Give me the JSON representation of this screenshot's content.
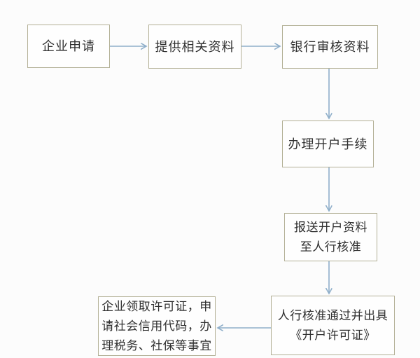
{
  "diagram": {
    "type": "flowchart",
    "steps": [
      {
        "id": "step-1",
        "label": "企业申请"
      },
      {
        "id": "step-2",
        "label": "提供相关资料"
      },
      {
        "id": "step-3",
        "label": "银行审核资料"
      },
      {
        "id": "step-4",
        "label": "办理开户手续"
      },
      {
        "id": "step-5",
        "label": "报送开户资料\n至人行核准"
      },
      {
        "id": "step-6",
        "label": "人行核准通过并出具\n《开户许可证》"
      },
      {
        "id": "step-7",
        "label": "企业领取许可证，申\n请社会信用代码，办\n理税务、社保等事宜"
      }
    ],
    "connections": [
      {
        "from": "step-1",
        "to": "step-2",
        "direction": "right"
      },
      {
        "from": "step-2",
        "to": "step-3",
        "direction": "right"
      },
      {
        "from": "step-3",
        "to": "step-4",
        "direction": "down"
      },
      {
        "from": "step-4",
        "to": "step-5",
        "direction": "down"
      },
      {
        "from": "step-5",
        "to": "step-6",
        "direction": "down"
      },
      {
        "from": "step-6",
        "to": "step-7",
        "direction": "left"
      }
    ],
    "colors": {
      "box_border": "#b3b096",
      "box_background": "#fefefe",
      "arrow": "#8fafca",
      "text": "#2f2f2f",
      "page_background": "#fcfcfc"
    }
  }
}
